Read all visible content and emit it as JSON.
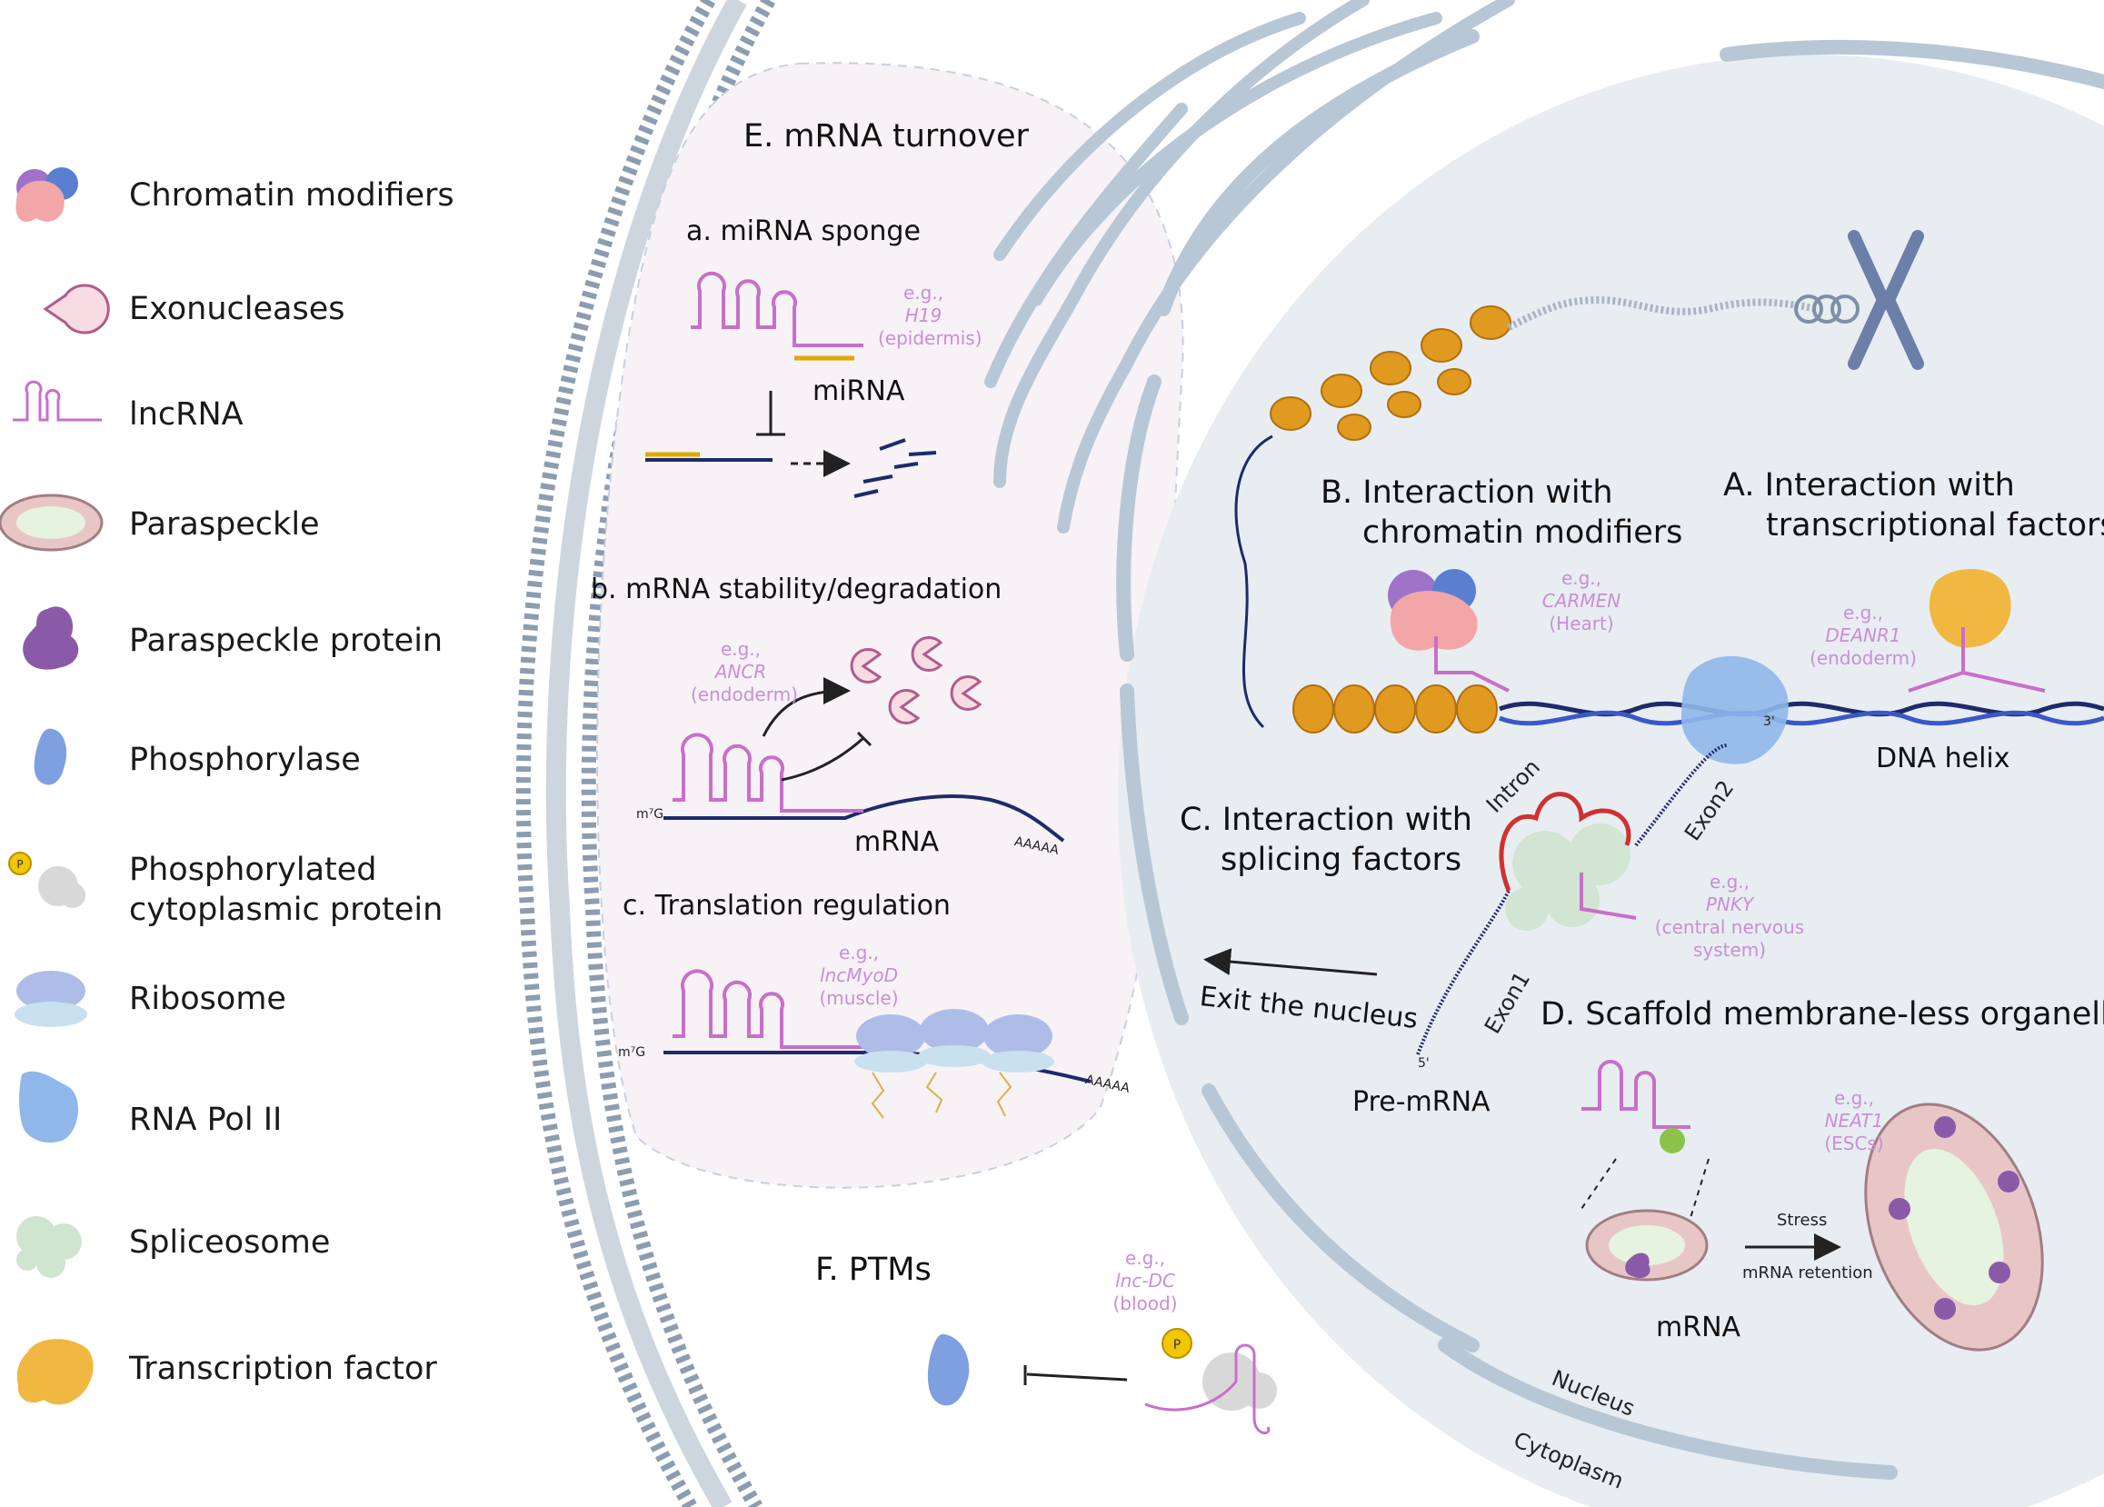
{
  "legend": {
    "items": [
      {
        "label": "Chromatin modifiers",
        "icon": "chromatin-modifier-icon"
      },
      {
        "label": "Exonucleases",
        "icon": "exonuclease-icon"
      },
      {
        "label": "lncRNA",
        "icon": "lncrna-icon"
      },
      {
        "label": "Paraspeckle",
        "icon": "paraspeckle-icon"
      },
      {
        "label": "Paraspeckle protein",
        "icon": "paraspeckle-protein-icon"
      },
      {
        "label": "Phosphorylase",
        "icon": "phosphorylase-icon"
      },
      {
        "label": "Phosphorylated",
        "label2": "cytoplasmic protein",
        "icon": "phosphorylated-protein-icon"
      },
      {
        "label": "Ribosome",
        "icon": "ribosome-icon"
      },
      {
        "label": "RNA Pol II",
        "icon": "rna-pol-ii-icon"
      },
      {
        "label": "Spliceosome",
        "icon": "spliceosome-icon"
      },
      {
        "label": "Transcription factor",
        "icon": "transcription-factor-icon"
      }
    ]
  },
  "sections": {
    "e_title": "E. mRNA turnover",
    "e_a": "a. miRNA sponge",
    "e_b": "b. mRNA stability/degradation",
    "e_c": "c. Translation regulation",
    "f_title": "F. PTMs",
    "a_title_1": "A. Interaction with",
    "a_title_2": "transcriptional factors",
    "b_title_1": "B. Interaction with",
    "b_title_2": "chromatin modifiers",
    "c_title_1": "C. Interaction with",
    "c_title_2": "splicing factors",
    "d_title": "D. Scaffold membrane-less organelles"
  },
  "labels": {
    "mirna": "miRNA",
    "mrna_b": "mRNA",
    "mrna_d": "mRNA",
    "dna_helix": "DNA helix",
    "pre_mrna": "Pre-mRNA",
    "exit_nucleus": "Exit the nucleus",
    "intron": "Intron",
    "exon1": "Exon1",
    "exon2": "Exon2",
    "nucleus": "Nucleus",
    "cytoplasm": "Cytoplasm",
    "stress": "Stress",
    "mrna_retention": "mRNA retention",
    "cap_b": "m⁷G",
    "cap_c": "m⁷G",
    "polya_b": "AAAAA",
    "polya_c": "AAAAA",
    "five_prime": "5'",
    "three_prime": "3'",
    "p": "P"
  },
  "examples": {
    "eg": "e.g.,",
    "h19_name": "H19",
    "h19_tissue": "(epidermis)",
    "ancr_name": "ANCR",
    "ancr_tissue": "(endoderm)",
    "lncmyod_name": "lncMyoD",
    "lncmyod_tissue": "(muscle)",
    "carmen_name": "CARMEN",
    "carmen_tissue": "(Heart)",
    "deanr1_name": "DEANR1",
    "deanr1_tissue": "(endoderm)",
    "pnky_name": "PNKY",
    "pnky_tissue_1": "(central nervous",
    "pnky_tissue_2": "system)",
    "neat1_name": "NEAT1",
    "neat1_tissue": "(ESCs)",
    "lncdc_name": "lnc-DC",
    "lncdc_tissue": "(blood)"
  },
  "colors": {
    "lncrna": "#c86fc9",
    "mrna": "#1f2a6b",
    "mirna": "#e0a800",
    "nucleus_fill": "#e8edf2",
    "membrane": "#b7c7d6",
    "example_text": "#c88fd6",
    "nucleosome": "#e09a20"
  }
}
